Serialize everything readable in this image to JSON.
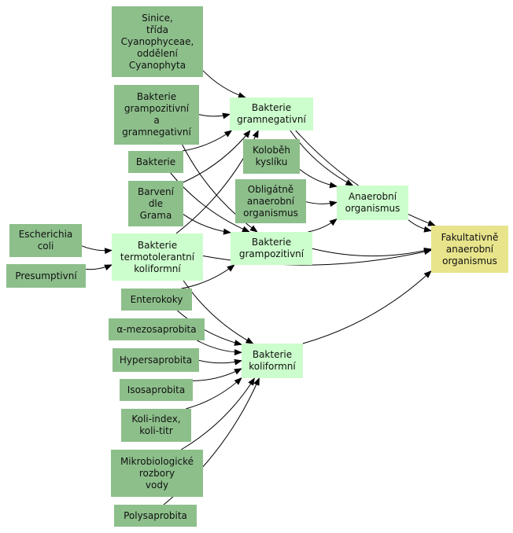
{
  "colors": {
    "source_node": "#8dbf8b",
    "intermediate_node": "#ccfdcc",
    "target_node": "#e8e48c",
    "edge": "#000000"
  },
  "nodes": {
    "sinice": {
      "label": "Sinice,\ntřída\nCyanophyceae,\noddělení\nCyanophyta",
      "kind": "source"
    },
    "bakterie_grampoz_gramneg": {
      "label": "Bakterie\ngrampozitivní\na\ngramnegativní",
      "kind": "source"
    },
    "bakterie": {
      "label": "Bakterie",
      "kind": "source"
    },
    "barveni": {
      "label": "Barvení\ndle\nGrama",
      "kind": "source"
    },
    "escherichia": {
      "label": "Escherichia\ncoli",
      "kind": "source"
    },
    "presumptivni": {
      "label": "Presumptivní",
      "kind": "source"
    },
    "enterokoky": {
      "label": "Enterokoky",
      "kind": "source"
    },
    "mezosaprobita": {
      "label": "α-mezosaprobita",
      "kind": "source"
    },
    "hypersaprobita": {
      "label": "Hypersaprobita",
      "kind": "source"
    },
    "isosaprobita": {
      "label": "Isosaprobita",
      "kind": "source"
    },
    "koli_index": {
      "label": "Koli-index,\nkoli-titr",
      "kind": "source"
    },
    "mikrobiologicke": {
      "label": "Mikrobiologické\nrozbory\nvody",
      "kind": "source"
    },
    "polysaprobita": {
      "label": "Polysaprobita",
      "kind": "source"
    },
    "kolobeh": {
      "label": "Koloběh\nkyslíku",
      "kind": "source"
    },
    "obligatne": {
      "label": "Obligátně\nanaerobní\norganismus",
      "kind": "source"
    },
    "gramneg": {
      "label": "Bakterie\ngramnegativní",
      "kind": "intermediate"
    },
    "grampoz": {
      "label": "Bakterie\ngrampozitivní",
      "kind": "intermediate"
    },
    "termotolerantni": {
      "label": "Bakterie\ntermotolerantní\nkoliformní",
      "kind": "intermediate"
    },
    "anaerobni": {
      "label": "Anaerobní\norganismus",
      "kind": "intermediate"
    },
    "koliformni": {
      "label": "Bakterie\nkoliformní",
      "kind": "intermediate"
    },
    "fakultativne": {
      "label": "Fakultativně\nanaerobní\norganismus",
      "kind": "target"
    }
  },
  "edges": [
    [
      "sinice",
      "gramneg"
    ],
    [
      "bakterie_grampoz_gramneg",
      "gramneg"
    ],
    [
      "bakterie_grampoz_gramneg",
      "grampoz"
    ],
    [
      "bakterie",
      "gramneg"
    ],
    [
      "bakterie",
      "grampoz"
    ],
    [
      "barveni",
      "gramneg"
    ],
    [
      "barveni",
      "grampoz"
    ],
    [
      "escherichia",
      "termotolerantni"
    ],
    [
      "presumptivni",
      "termotolerantni"
    ],
    [
      "termotolerantni",
      "gramneg"
    ],
    [
      "termotolerantni",
      "fakultativne"
    ],
    [
      "termotolerantni",
      "koliformni"
    ],
    [
      "gramneg",
      "anaerobni"
    ],
    [
      "gramneg",
      "fakultativne"
    ],
    [
      "kolobeh",
      "anaerobni"
    ],
    [
      "obligatne",
      "anaerobni"
    ],
    [
      "grampoz",
      "anaerobni"
    ],
    [
      "grampoz",
      "fakultativne"
    ],
    [
      "anaerobni",
      "fakultativne"
    ],
    [
      "enterokoky",
      "grampoz"
    ],
    [
      "enterokoky",
      "koliformni"
    ],
    [
      "mezosaprobita",
      "koliformni"
    ],
    [
      "hypersaprobita",
      "koliformni"
    ],
    [
      "isosaprobita",
      "koliformni"
    ],
    [
      "koli_index",
      "koliformni"
    ],
    [
      "mikrobiologicke",
      "koliformni"
    ],
    [
      "polysaprobita",
      "koliformni"
    ],
    [
      "koliformni",
      "fakultativne"
    ]
  ]
}
